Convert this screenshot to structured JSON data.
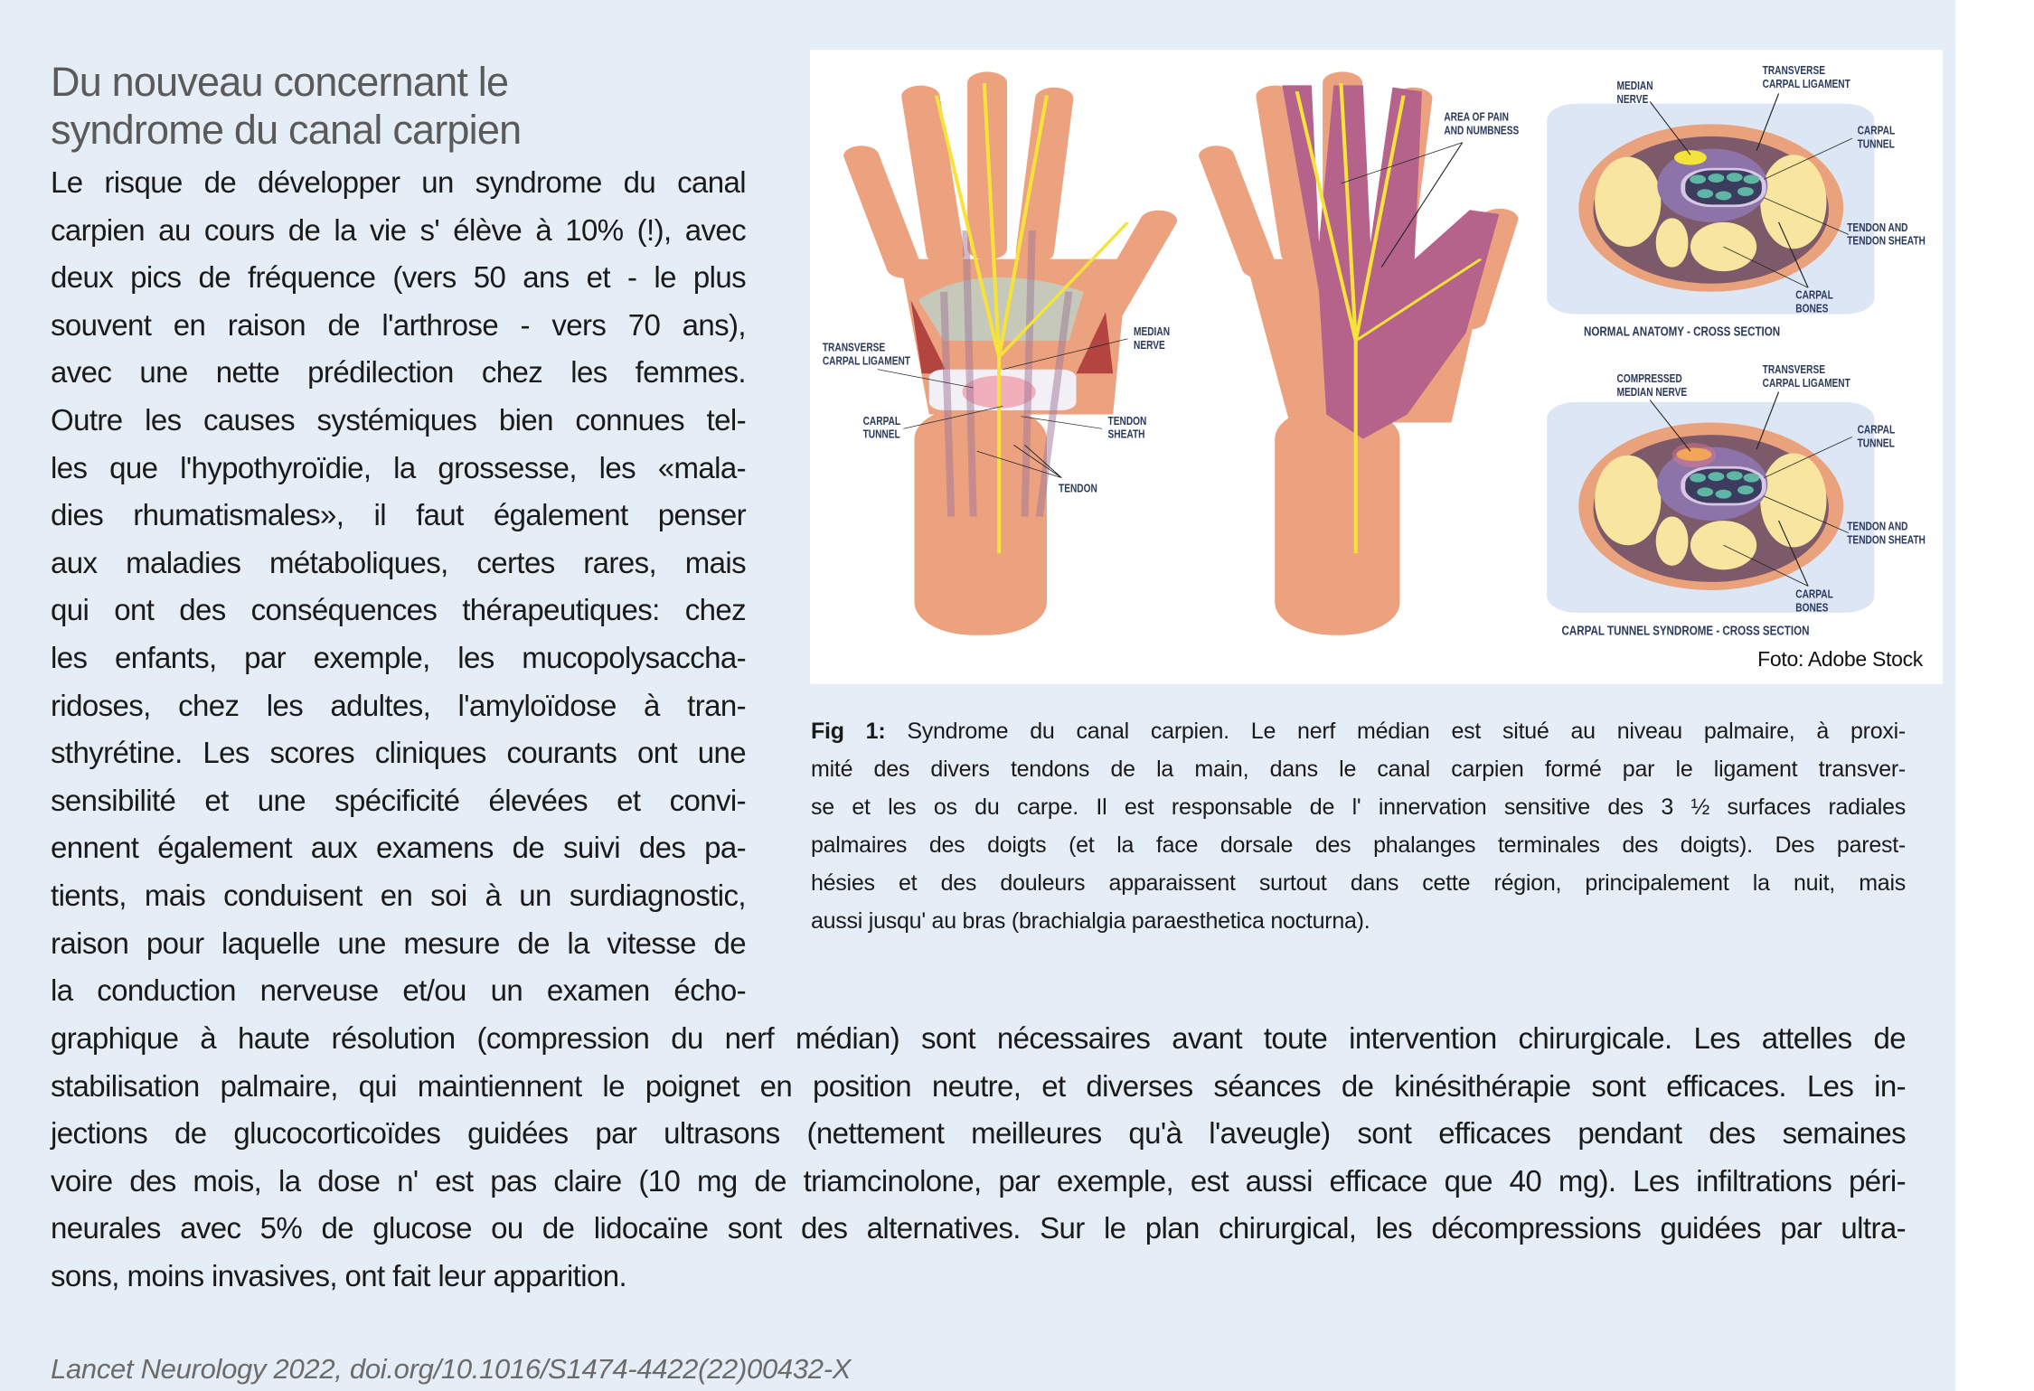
{
  "article": {
    "title_lines": [
      "Du nouveau concernant le",
      "syndrome du canal carpien"
    ],
    "column_lines": [
      "Le risque de développer un syndrome du canal",
      "carpien au cours de la vie s' élève à 10% (!), avec",
      "deux pics de fréquence (vers 50 ans et - le plus",
      "souvent en raison de l'arthrose - vers 70 ans),",
      "avec une nette prédilection chez les femmes.",
      "Outre les causes systémiques bien connues tel-",
      "les que l'hypothyroïdie, la grossesse, les «mala-",
      "dies rhumatismales», il faut également penser",
      "aux maladies métaboliques, certes rares, mais",
      "qui ont des conséquences thérapeutiques: chez",
      "les enfants, par exemple, les mucopolysaccha-",
      "ridoses, chez les adultes, l'amyloïdose à tran-",
      "sthyrétine. Les scores cliniques courants ont une",
      "sensibilité et une spécificité élevées et convi-",
      "ennent également aux examens de suivi des pa-",
      "tients, mais conduisent en soi à un surdiagnostic,",
      "raison pour laquelle une mesure de la vitesse de",
      "la conduction nerveuse et/ou un examen écho-"
    ],
    "full_lines": [
      "graphique à haute résolution (compression du nerf médian) sont nécessaires avant toute intervention chirurgicale. Les attelles de",
      "stabilisation palmaire, qui maintiennent le poignet en position neutre, et diverses séances de kinésithérapie sont efficaces. Les in-",
      "jections de glucocorticoïdes guidées par ultrasons (nettement meilleures qu'à l'aveugle) sont efficaces pendant des semaines",
      "voire des mois, la dose n' est pas claire (10 mg de triamcinolone, par exemple, est aussi efficace que 40 mg). Les infiltrations péri-",
      "neurales avec 5% de glucose ou de lidocaïne sont des alternatives. Sur le plan chirurgical, les décompressions guidées par ultra-",
      "sons, moins invasives, ont fait leur apparition."
    ],
    "footer": "Lancet Neurology 2022, doi.org/10.1016/S1474-4422(22)00432-X"
  },
  "figure": {
    "credit": "Foto: Adobe Stock",
    "labels": {
      "transverse_ligament_1": "TRANSVERSE",
      "transverse_ligament_2": "CARPAL LIGAMENT",
      "median_1": "MEDIAN",
      "median_2": "NERVE",
      "carpal_1": "CARPAL",
      "tunnel_2": "TUNNEL",
      "tendon_1": "TENDON",
      "sheath_2": "SHEATH",
      "tendon": "TENDON",
      "pain_1": "AREA OF PAIN",
      "pain_2": "AND NUMBNESS",
      "tendon_and": "TENDON AND",
      "tendon_sheath": "TENDON SHEATH",
      "bones_2": "BONES",
      "compressed_1": "COMPRESSED",
      "compressed_2": "MEDIAN NERVE",
      "normal_title": "NORMAL ANATOMY - CROSS SECTION",
      "cts_title": "CARPAL TUNNEL SYNDROME - CROSS SECTION"
    },
    "caption_label": "Fig 1:",
    "caption_lines": [
      " Syndrome du canal carpien. Le nerf médian est situé au niveau palmaire, à proxi-",
      "mité des divers tendons de la main, dans le canal carpien formé par le ligament transver-",
      "se et les os du carpe. Il est responsable de l' innervation sensitive des 3 ½ surfaces radiales",
      "palmaires des doigts (et la face dorsale des phalanges terminales des doigts). Des parest-",
      "hésies et des douleurs apparaissent surtout dans cette région, principalement la nuit, mais",
      "aussi jusqu' au bras (brachialgia paraesthetica nocturna)."
    ]
  },
  "colors": {
    "panel": "#e5edf6",
    "skin": "#eda27f",
    "pain": "#b5638a",
    "nerve": "#f5e23a",
    "label": "#2b3a5c"
  }
}
